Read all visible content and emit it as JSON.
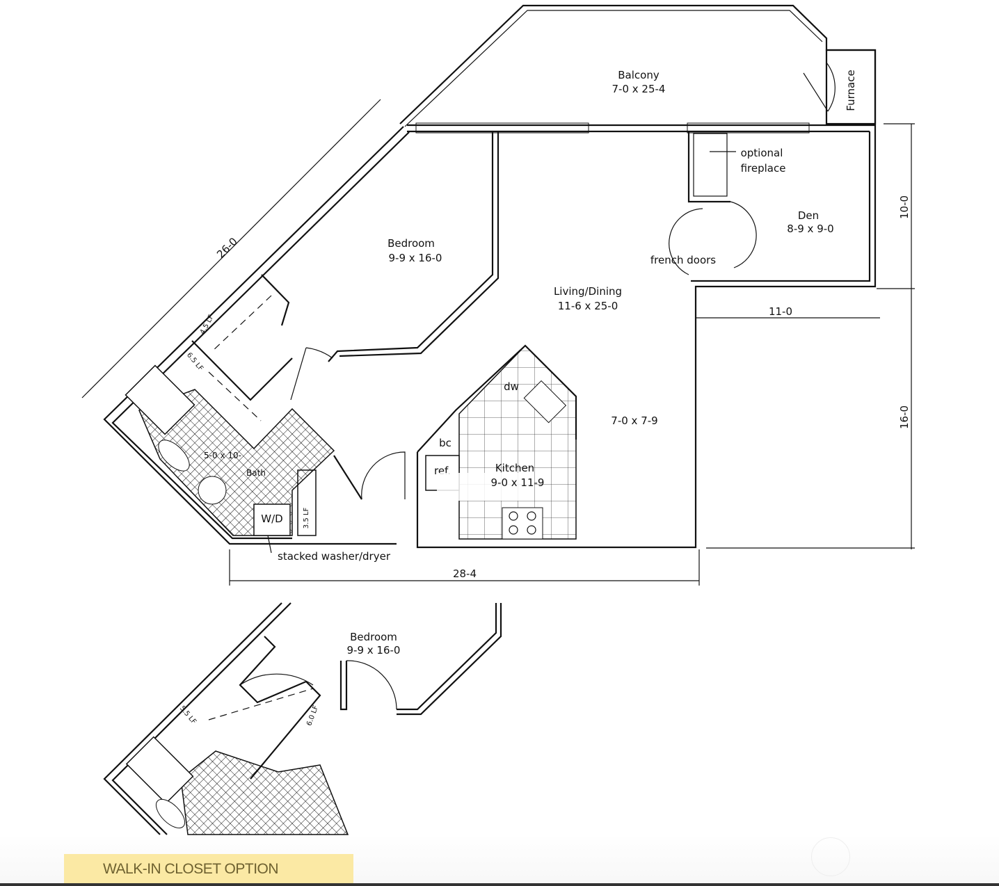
{
  "rooms": {
    "balcony": {
      "name": "Balcony",
      "size": "7-0 x 25-4"
    },
    "furnace": {
      "name": "Furnace"
    },
    "fireplace": {
      "line1": "optional",
      "line2": "fireplace"
    },
    "den": {
      "name": "Den",
      "size": "8-9 x 9-0"
    },
    "french_doors": "french doors",
    "bedroom": {
      "name": "Bedroom",
      "size": "9-9 x 16-0"
    },
    "living": {
      "name": "Living/Dining",
      "size": "11-6 x 25-0"
    },
    "dining_size": "7-0 x 7-9",
    "kitchen": {
      "name": "Kitchen",
      "size": "9-0 x 11-9"
    },
    "bath": {
      "name": "Bath",
      "size": "5-0 x 10-"
    },
    "dw": "dw",
    "bc": "bc",
    "ref": "ref.",
    "wd": "W/D",
    "stacked": "stacked washer/dryer",
    "closets": [
      "4.5 LF",
      "6.5 LF",
      "3.5 LF"
    ]
  },
  "dimensions": {
    "diag": "26-0",
    "bottom": "28-4",
    "right_top": "10-0",
    "right_bottom": "16-0",
    "den_width": "11-0"
  },
  "option_plan": {
    "bedroom_name": "Bedroom",
    "bedroom_size": "9-9 x 16-0",
    "closets": [
      "5.5 LF",
      "6.0 LF"
    ]
  },
  "option_label": "WALK-IN CLOSET OPTION",
  "colors": {
    "label_bg": "#fbe9a4",
    "label_text": "#6e6130"
  }
}
